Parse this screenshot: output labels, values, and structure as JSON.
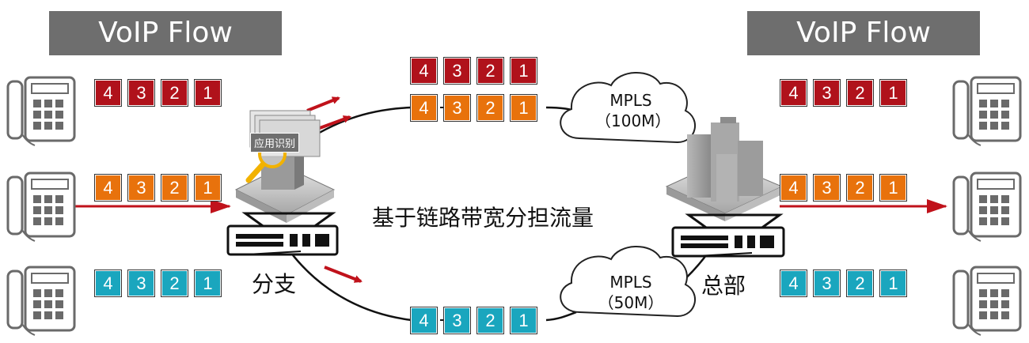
{
  "banners": {
    "left": "VoIP Flow",
    "right": "VoIP Flow"
  },
  "labels": {
    "branch": "分支",
    "hq": "总部",
    "center": "基于链路带宽分担流量",
    "app_recognition": "应用识别"
  },
  "clouds": {
    "top": {
      "line1": "MPLS",
      "line2": "（100M）"
    },
    "bottom": {
      "line1": "MPLS",
      "line2": "（50M）"
    }
  },
  "packets": {
    "sequence": [
      "4",
      "3",
      "2",
      "1"
    ]
  },
  "colors": {
    "red": "#b0121b",
    "orange": "#e8720c",
    "teal": "#1aa6be",
    "banner": "#6e6e6e",
    "arrow": "#c0121b"
  },
  "icons": [
    "telephone-icon",
    "router-icon",
    "magnifier-icon",
    "headquarters-building-icon",
    "cloud-icon"
  ]
}
